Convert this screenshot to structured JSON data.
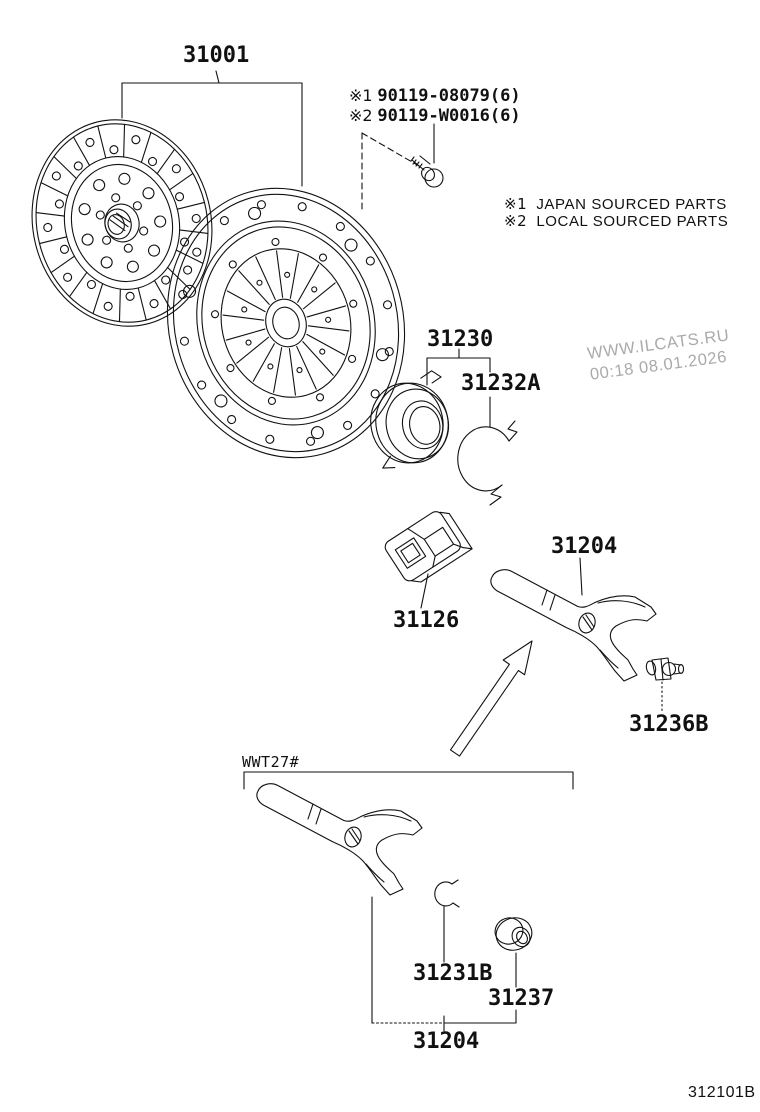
{
  "page": {
    "background": "#ffffff",
    "line_color": "#111111",
    "watermark_color": "#aaaaaa"
  },
  "callouts": {
    "clutch_kit": "31001",
    "bearing_assy": "31230",
    "bearing_clip": "31232A",
    "fork_support": "31126",
    "release_fork": "31204",
    "fork_bolt": "31236B",
    "shaft_snap_ring": "31231B",
    "shaft_bushing": "31237",
    "release_fork_lower": "31204",
    "variant": "WWT27#"
  },
  "bolt_refs": {
    "ref1_prefix": "※1",
    "ref1_number": "90119-08079(6)",
    "ref2_prefix": "※2",
    "ref2_number": "90119-W0016(6)"
  },
  "legend": {
    "item1_prefix": "※1",
    "item1_text": "JAPAN SOURCED PARTS",
    "item2_prefix": "※2",
    "item2_text": "LOCAL SOURCED PARTS"
  },
  "watermark": {
    "site": "WWW.ILCATS.RU",
    "timestamp": "00:18 08.01.2026"
  },
  "footer": {
    "figure_code": "312101B"
  }
}
